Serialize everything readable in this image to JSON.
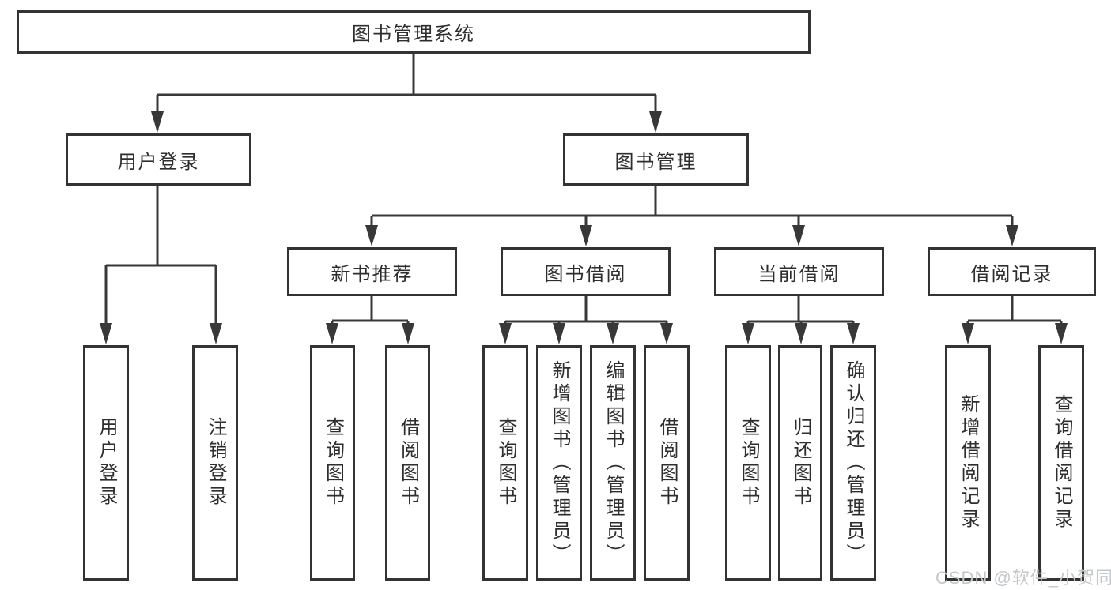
{
  "tree": {
    "root": {
      "label": "图书管理系统",
      "children": [
        {
          "label": "用户登录",
          "children": [
            {
              "label": "用户登录"
            },
            {
              "label": "注销登录"
            }
          ]
        },
        {
          "label": "图书管理",
          "children": [
            {
              "label": "新书推荐",
              "children": [
                {
                  "label": "查询图书"
                },
                {
                  "label": "借阅图书"
                }
              ]
            },
            {
              "label": "图书借阅",
              "children": [
                {
                  "label": "查询图书"
                },
                {
                  "label": "新增图书（管理员）"
                },
                {
                  "label": "编辑图书（管理员）"
                },
                {
                  "label": "借阅图书"
                }
              ]
            },
            {
              "label": "当前借阅",
              "children": [
                {
                  "label": "查询图书"
                },
                {
                  "label": "归还图书"
                },
                {
                  "label": "确认归还（管理员）"
                }
              ]
            },
            {
              "label": "借阅记录",
              "children": [
                {
                  "label": "新增借阅记录"
                },
                {
                  "label": "查询借阅记录"
                }
              ]
            }
          ]
        }
      ]
    }
  },
  "watermark": "CSDN @软件_小贺同学",
  "colors": {
    "border": "#333333",
    "line": "#383838",
    "text": "#2e2e2e",
    "watermark": "#c3c8cb",
    "background": "#ffffff"
  }
}
